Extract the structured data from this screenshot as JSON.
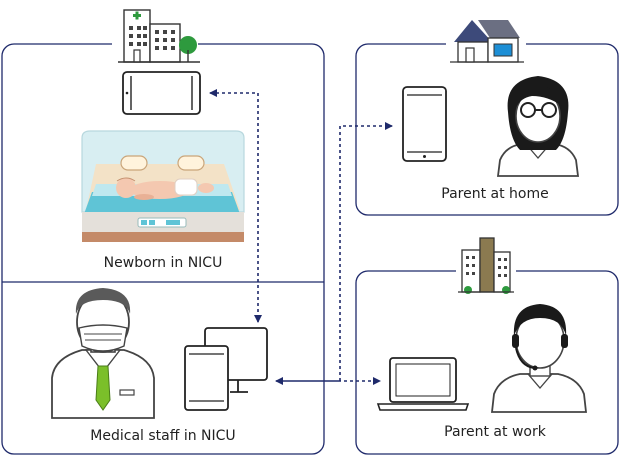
{
  "panels": {
    "nicu_newborn": {
      "label": "Newborn in NICU"
    },
    "nicu_staff": {
      "label": "Medical staff in NICU"
    },
    "home": {
      "label": "Parent at home"
    },
    "work": {
      "label": "Parent at work"
    }
  },
  "colors": {
    "border": "#1f2a6b",
    "arrow": "#1f2a6b",
    "green": "#2e9a3e",
    "gray": "#444444",
    "house_roof": "#3d4a7a",
    "house_window": "#1d8fd6",
    "incubator": "#cfe9ee",
    "skin": "#f4c8b0",
    "tie": "#7bbf2a"
  },
  "icons": [
    "hospital-icon",
    "tablet-icon",
    "incubator-icon",
    "doctor-icon",
    "monitor-tablet-icon",
    "house-icon",
    "phone-icon",
    "woman-glasses-icon",
    "office-building-icon",
    "laptop-icon",
    "headset-person-icon"
  ]
}
